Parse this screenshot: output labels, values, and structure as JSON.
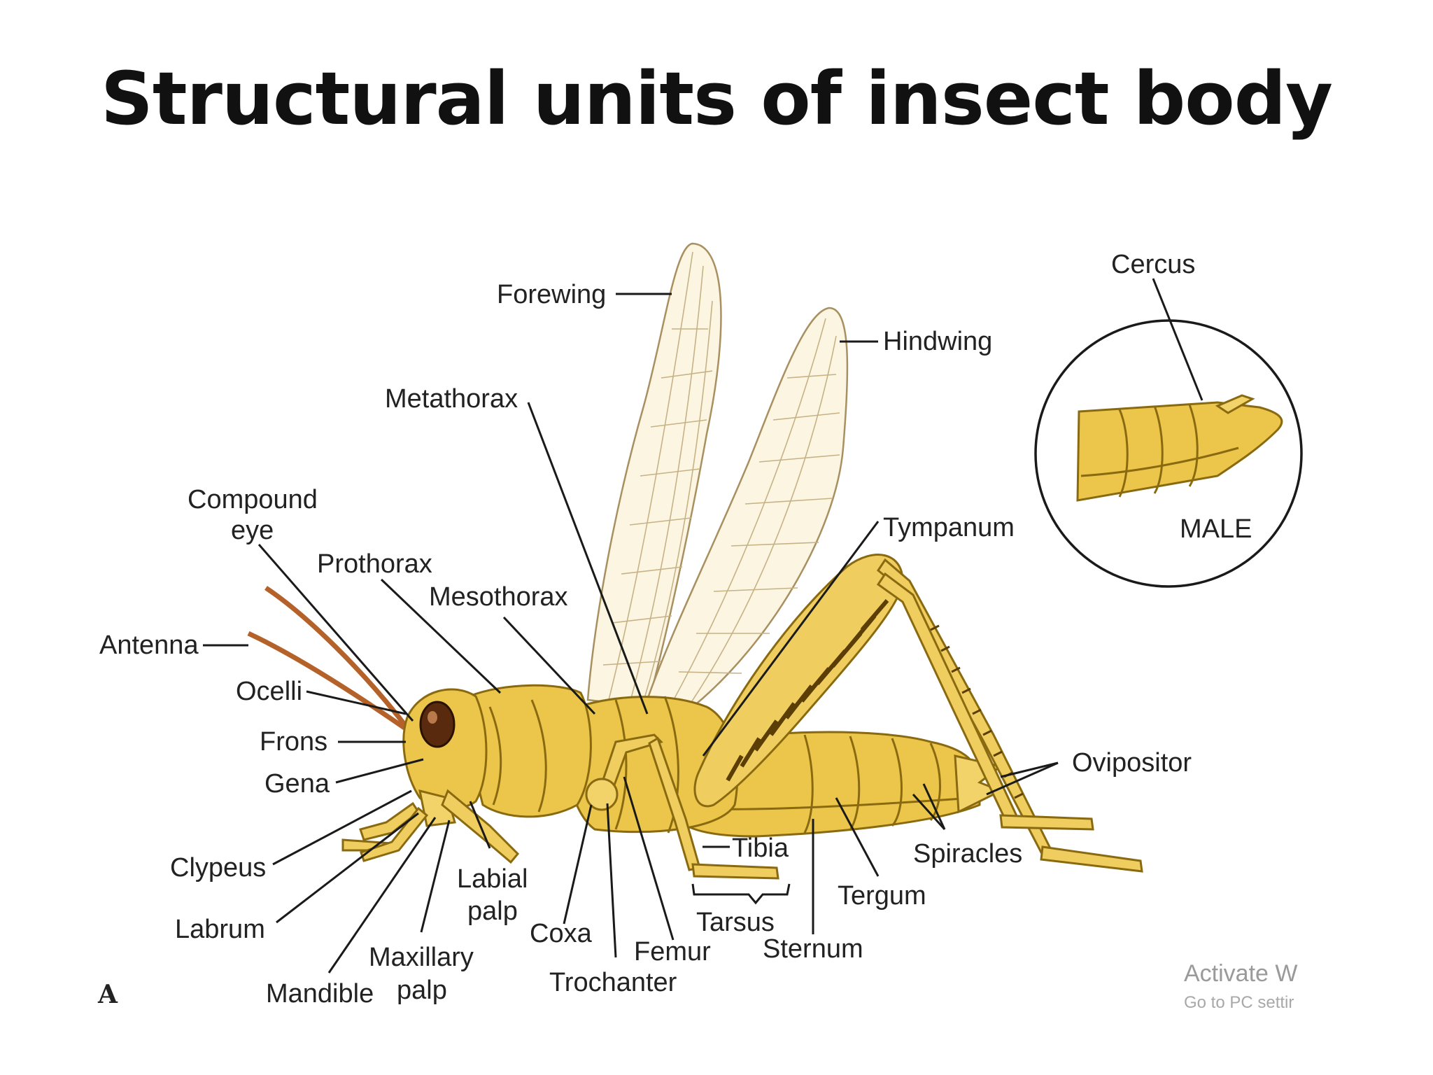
{
  "title": "Structural units of insect body",
  "figure_letter": "A",
  "labels": {
    "forewing": "Forewing",
    "hindwing": "Hindwing",
    "metathorax": "Metathorax",
    "compound_eye_1": "Compound",
    "compound_eye_2": "eye",
    "prothorax": "Prothorax",
    "mesothorax": "Mesothorax",
    "antenna": "Antenna",
    "ocelli": "Ocelli",
    "frons": "Frons",
    "gena": "Gena",
    "clypeus": "Clypeus",
    "labrum": "Labrum",
    "mandible": "Mandible",
    "maxillary_palp_1": "Maxillary",
    "maxillary_palp_2": "palp",
    "labial_palp_1": "Labial",
    "labial_palp_2": "palp",
    "coxa": "Coxa",
    "trochanter": "Trochanter",
    "femur": "Femur",
    "tibia": "Tibia",
    "tarsus": "Tarsus",
    "sternum": "Sternum",
    "tergum": "Tergum",
    "spiracles": "Spiracles",
    "ovipositor": "Ovipositor",
    "tympanum": "Tympanum",
    "cercus": "Cercus",
    "male": "MALE"
  },
  "watermark": {
    "line1": "Activate W",
    "line2": "Go to PC settir"
  },
  "colors": {
    "body": "#ecc64a",
    "wing": "#fbf5e2",
    "outline": "#8a6a10",
    "text": "#222222"
  }
}
